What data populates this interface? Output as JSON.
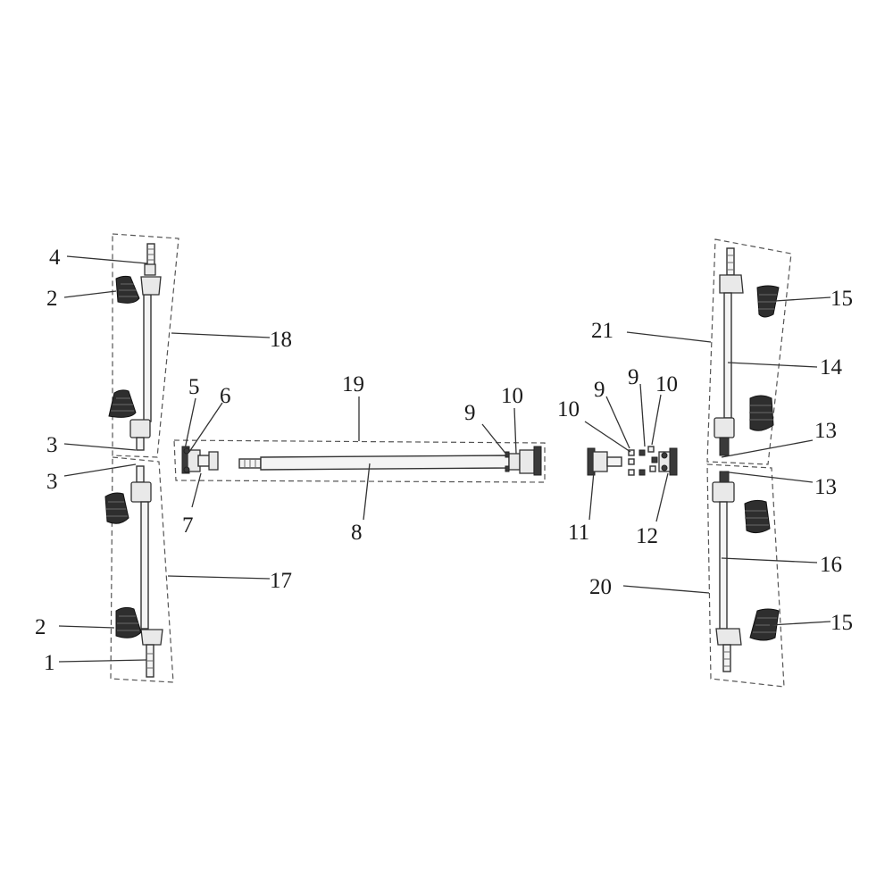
{
  "callouts": {
    "c1": "1",
    "c2a": "2",
    "c2b": "2",
    "c3a": "3",
    "c3b": "3",
    "c4": "4",
    "c5": "5",
    "c6": "6",
    "c7": "7",
    "c8": "8",
    "c9a": "9",
    "c9b": "9",
    "c9c": "9",
    "c10a": "10",
    "c10b": "10",
    "c10c": "10",
    "c11": "11",
    "c12": "12",
    "c13a": "13",
    "c13b": "13",
    "c14": "14",
    "c15a": "15",
    "c15b": "15",
    "c16": "16",
    "c17": "17",
    "c18": "18",
    "c19": "19",
    "c20": "20",
    "c21": "21"
  }
}
